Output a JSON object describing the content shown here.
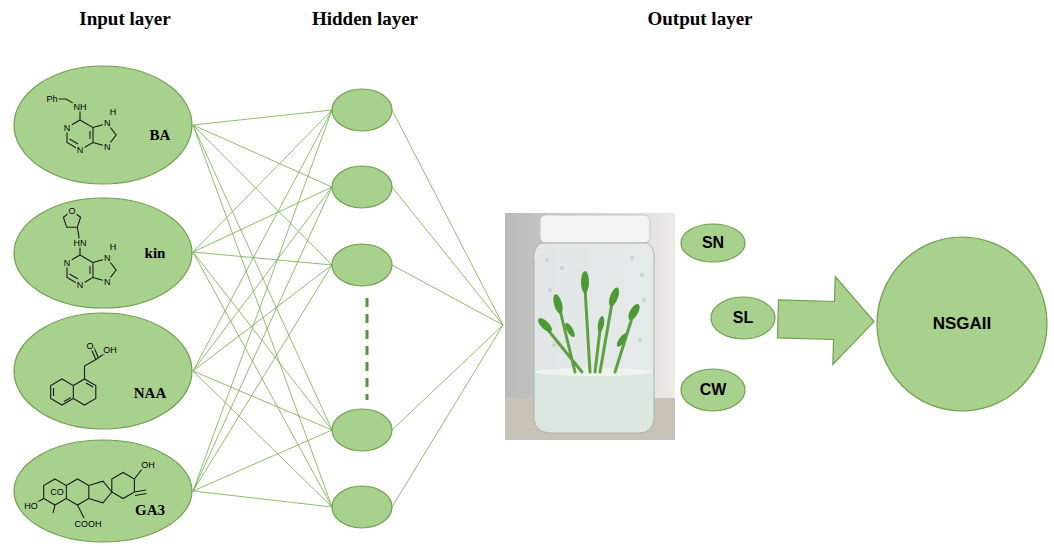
{
  "diagram": {
    "nodes": [
      {
        "text": [
          "BA"
        ]
      },
      {
        "text": [
          "kin"
        ]
      },
      {
        "text": [
          "NAA"
        ]
      },
      {
        "text": [
          "GA3"
        ]
      },
      {
        "text": [
          "SN"
        ]
      },
      {
        "text": [
          "SL"
        ]
      },
      {
        "text": [
          "CW"
        ]
      },
      {
        "text": [
          "NSGAII"
        ]
      }
    ],
    "edges": [
      {
        "from": 5,
        "to": 7,
        "arrow": "to"
      }
    ],
    "labels": [
      "Input layer",
      "Hidden layer",
      "Output layer",
      "Ph",
      "NH",
      "N",
      "N",
      "N",
      "H",
      "N",
      "O",
      "HN",
      "N",
      "N",
      "N",
      "H",
      "N",
      "O",
      "OH",
      "CO",
      "HO",
      "OH",
      "COOH"
    ]
  }
}
